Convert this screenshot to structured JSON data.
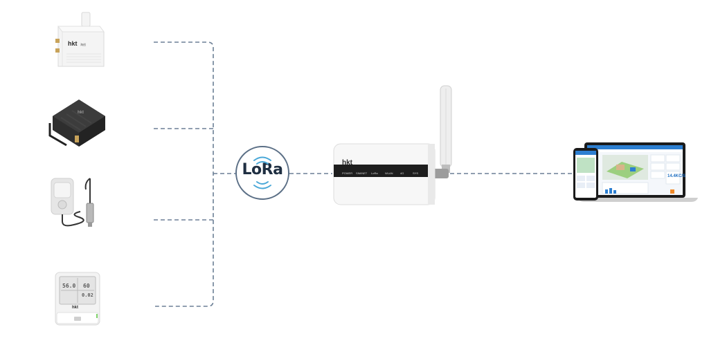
{
  "lora_badge": {
    "text": "LoRa",
    "accent": "#4aa8d8",
    "ring_color": "#5b6f86"
  },
  "gateway": {
    "brand": "hkt",
    "leds": [
      "POWER",
      "SIM/NET",
      "LoRa",
      "WLAN",
      "4G",
      "SYS"
    ]
  },
  "sensors": {
    "lcd_reading_1": "56.0",
    "lcd_reading_2": "0.02",
    "lcd_reading_3": "60",
    "brand": "hkt"
  },
  "platform": {
    "kpi_value": "14.4KC/S"
  },
  "colors": {
    "dash_line": "#6b7f95",
    "device_white": "#f1f1f1",
    "device_dark": "#2a2a2a",
    "screen_blue": "#2d7fd1"
  }
}
